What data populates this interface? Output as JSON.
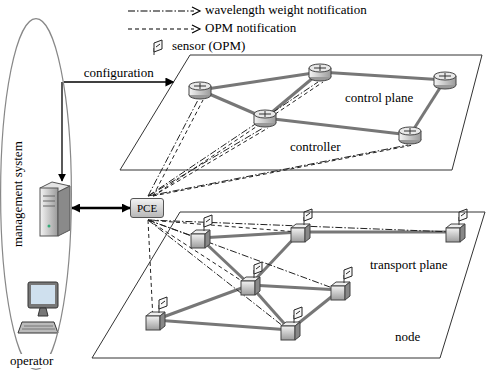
{
  "diagram": {
    "nodes": [
      {
        "text": [
          "management system"
        ]
      },
      {
        "text": [
          "control plane",
          "controller"
        ]
      },
      {
        "text": [
          "PCE"
        ]
      },
      {
        "text": [
          "transport plane",
          "node"
        ]
      }
    ],
    "edges": [
      {
        "from": 0,
        "to": 1,
        "label": "configuration",
        "arrow": "to"
      },
      {
        "from": 0,
        "to": 2,
        "arrow": "both"
      }
    ],
    "labels": [
      "operator"
    ],
    "legend": [
      {
        "text": "wavelength weight notification"
      },
      {
        "text": "OPM notification"
      },
      {
        "text": "sensor (OPM)"
      }
    ]
  }
}
